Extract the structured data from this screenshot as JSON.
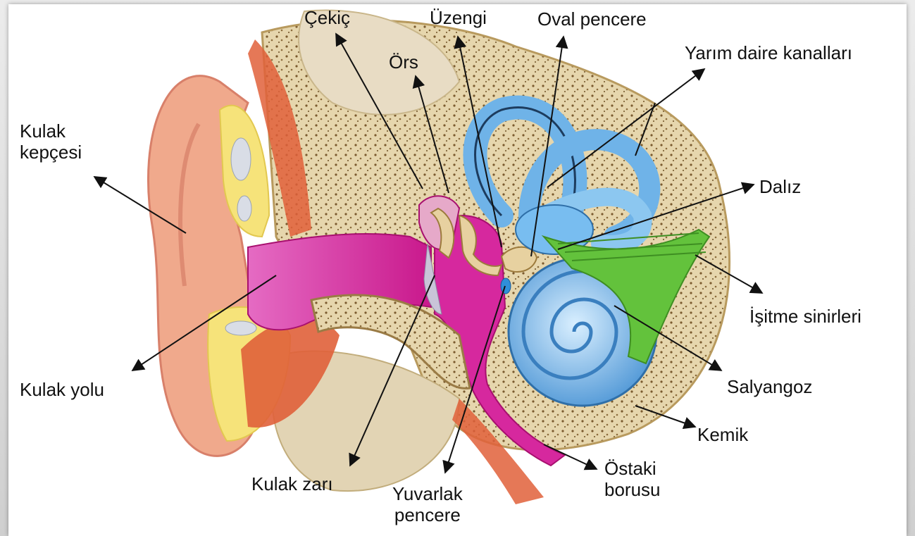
{
  "labels": {
    "kulak_kepcesi": [
      "Kulak",
      "kepçesi"
    ],
    "kulak_yolu": "Kulak yolu",
    "kulak_zari": "Kulak zarı",
    "yuvarlak_pencere": [
      "Yuvarlak",
      "pencere"
    ],
    "cekic": "Çekiç",
    "ors": "Örs",
    "uzengi": "Üzengi",
    "oval_pencere": "Oval pencere",
    "yarim_daire_kanallari": "Yarım daire kanalları",
    "daliz": "Dalız",
    "isitme_sinirleri": "İşitme sinirleri",
    "salyangoz": "Salyangoz",
    "kemik": "Kemik",
    "ostaki_borusu": [
      "Östaki",
      "borusu"
    ]
  },
  "colors": {
    "skin": "#f0a98c",
    "canal": "#d6289e",
    "cochlea": "#6fb3e8",
    "nerve": "#63c23c",
    "bone": "#d9c79f",
    "muscle": "#e0603a",
    "fat": "#f6e37a"
  }
}
